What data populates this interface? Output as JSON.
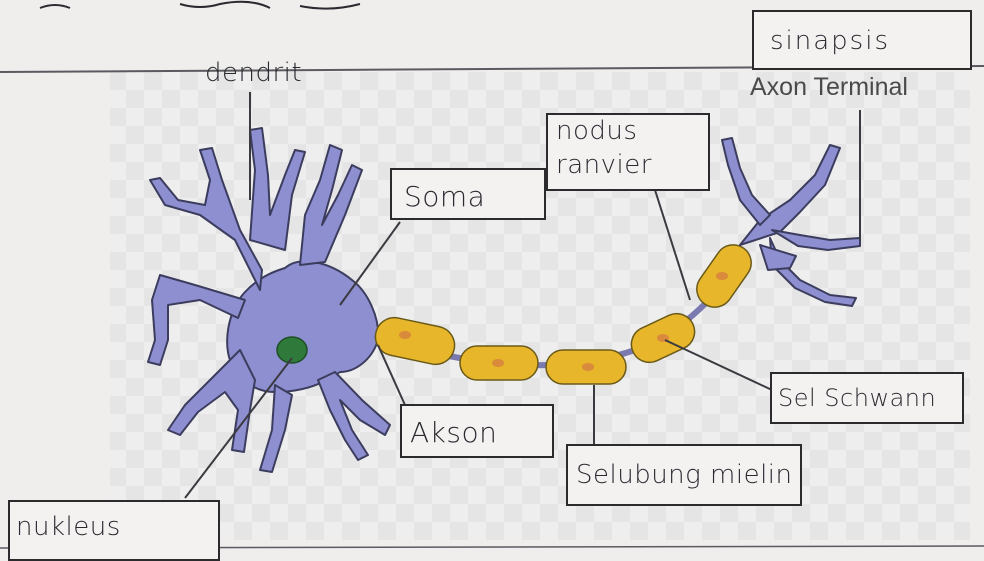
{
  "labels": {
    "top_handwritten": "dendrit",
    "top_right_handwritten": "sinapsis",
    "printed_axon_terminal": "Axon Terminal",
    "nodus": "nodus",
    "ranvier": "ranvier",
    "soma": "Soma",
    "akson": "Akson",
    "sel_schwann": "Sel Schwann",
    "selubung_mielin": "Selubung mielin",
    "nukleus": "nukleus"
  },
  "colors": {
    "dendrite_fill": "#8e8fd0",
    "dendrite_stroke": "#3c3d5e",
    "nucleus": "#2f7a3a",
    "myelin": "#e8b62a",
    "myelin_stroke": "#6a5a1a",
    "schwann_nucleus": "#d98a3a"
  }
}
